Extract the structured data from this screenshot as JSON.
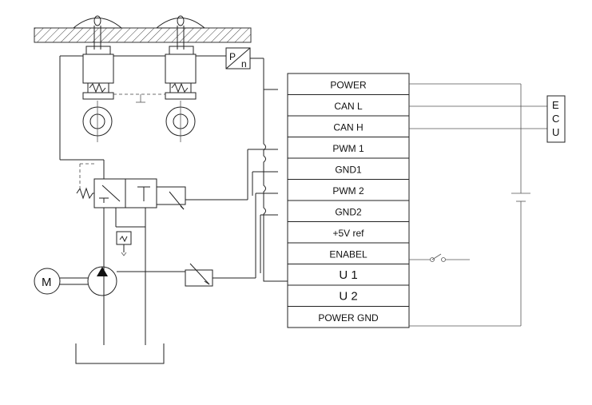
{
  "connector": {
    "pins": [
      {
        "id": "power",
        "label": "POWER"
      },
      {
        "id": "can-l",
        "label": "CAN L"
      },
      {
        "id": "can-h",
        "label": "CAN H"
      },
      {
        "id": "pwm1",
        "label": "PWM 1"
      },
      {
        "id": "gnd1",
        "label": "GND1"
      },
      {
        "id": "pwm2",
        "label": "PWM 2"
      },
      {
        "id": "gnd2",
        "label": "GND2"
      },
      {
        "id": "vref",
        "label": "+5V ref"
      },
      {
        "id": "enable",
        "label": "ENABEL"
      },
      {
        "id": "u1",
        "label": "U 1"
      },
      {
        "id": "u2",
        "label": "U 2"
      },
      {
        "id": "power-gnd",
        "label": "POWER GND"
      }
    ]
  },
  "ecu": {
    "letters": [
      "E",
      "C",
      "U"
    ]
  },
  "pressure_sensor": {
    "letter_p": "P",
    "letter_n": "n"
  },
  "motor": {
    "label": "M"
  }
}
